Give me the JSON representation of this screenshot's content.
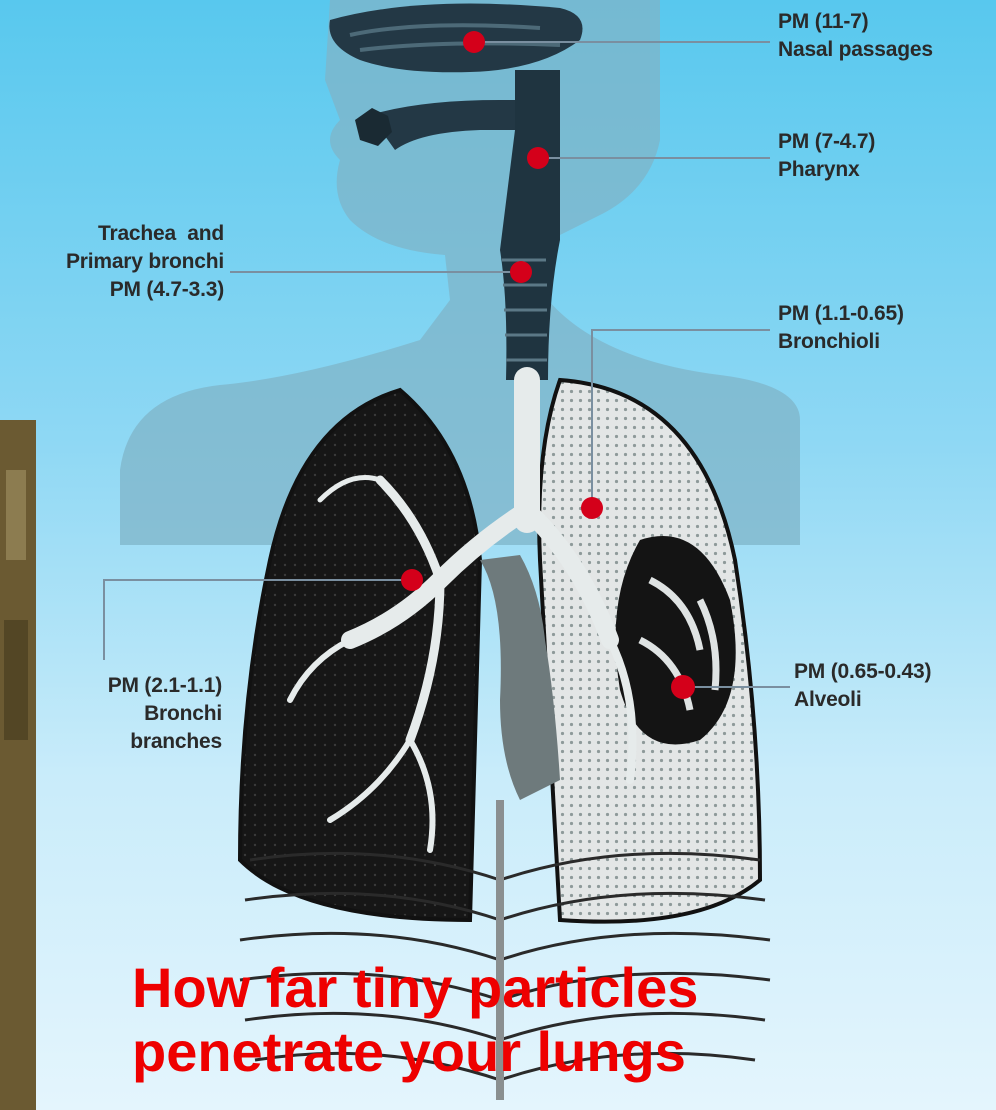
{
  "labels": {
    "nasal": {
      "line1": "PM (11-7)",
      "line2": "Nasal passages"
    },
    "pharynx": {
      "line1": "PM (7-4.7)",
      "line2": "Pharynx"
    },
    "trachea": {
      "line1": "Trachea  and",
      "line2": "Primary bronchi",
      "line3": "PM (4.7-3.3)"
    },
    "bronchioli": {
      "line1": "PM (1.1-0.65)",
      "line2": "Bronchioli"
    },
    "bronchi": {
      "line1": "PM (2.1-1.1)",
      "line2": "Bronchi",
      "line3": "branches"
    },
    "alveoli": {
      "line1": "PM (0.65-0.43)",
      "line2": "Alveoli"
    }
  },
  "caption": {
    "line1": "How far tiny particles",
    "line2": "penetrate your lungs"
  },
  "colors": {
    "marker": "#d4001a",
    "caption": "#ee0000",
    "leader_line": "#7a8fa0",
    "silhouette": "#7fb4c8",
    "airway": "#1f3440",
    "lung_dark": "#141414",
    "lung_light": "#dfe3e3"
  }
}
